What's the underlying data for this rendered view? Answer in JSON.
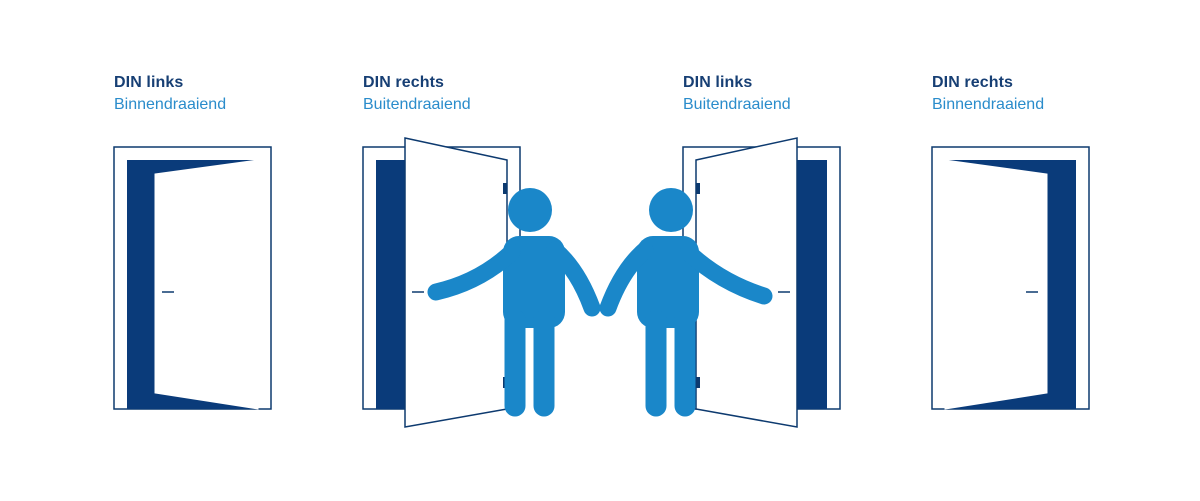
{
  "doors": [
    {
      "title": "DIN links",
      "subtitle": "Binnendraaiend"
    },
    {
      "title": "DIN rechts",
      "subtitle": "Buitendraaiend"
    },
    {
      "title": "DIN links",
      "subtitle": "Buitendraaiend"
    },
    {
      "title": "DIN rechts",
      "subtitle": "Binnendraaiend"
    }
  ],
  "colors": {
    "frame": "#0d3a6f",
    "door_dark": "#0a3b7a",
    "person": "#1a87c9",
    "title": "#173f74",
    "subtitle": "#2a8ccb"
  }
}
